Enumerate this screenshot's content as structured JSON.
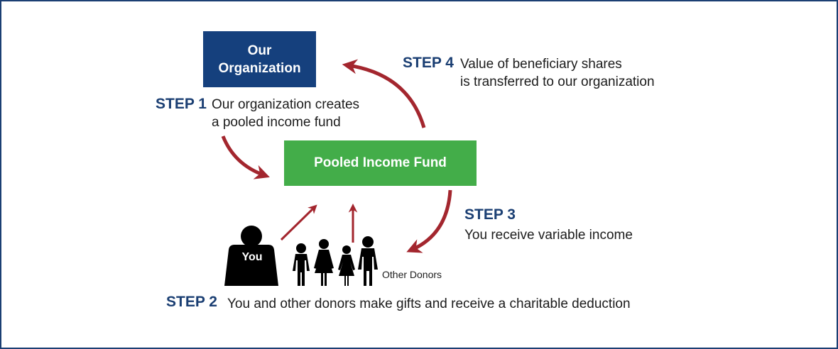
{
  "organization": {
    "label": "Our Organization"
  },
  "fund": {
    "label": "Pooled Income Fund"
  },
  "steps": [
    {
      "label": "STEP 1",
      "lines": [
        "Our organization creates",
        "a pooled income fund"
      ]
    },
    {
      "label": "STEP 2",
      "lines": [
        "You and other donors make gifts and receive a charitable deduction"
      ]
    },
    {
      "label": "STEP 3",
      "lines": [
        "You receive variable income"
      ]
    },
    {
      "label": "STEP 4",
      "lines": [
        "Value of beneficiary shares",
        "is transferred to our organization"
      ]
    }
  ],
  "people": {
    "you_label": "You",
    "others_label": "Other Donors"
  },
  "colors": {
    "border": "#1b3f73",
    "organization_box": "#15407d",
    "fund_box": "#43ad49",
    "arrow": "#a3262e",
    "step_label": "#1b3f73",
    "figure": "#000000"
  }
}
